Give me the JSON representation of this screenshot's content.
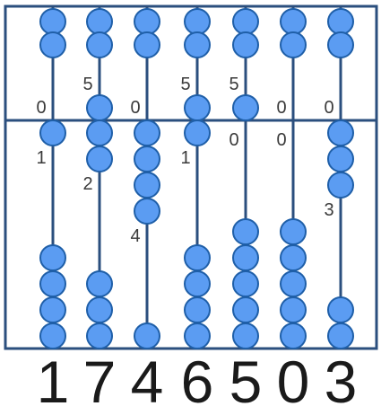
{
  "abacus": {
    "frame_color": "#2b4f7e",
    "bead_color": "#5b9cf2",
    "bead_stroke": "#1f5fa8",
    "label_color": "#3a3a3a",
    "rods": [
      {
        "digit": "1",
        "heaven_label": "0",
        "earth_label": "1",
        "heaven_active": false,
        "earth_active": 1
      },
      {
        "digit": "7",
        "heaven_label": "5",
        "earth_label": "2",
        "heaven_active": true,
        "earth_active": 2
      },
      {
        "digit": "4",
        "heaven_label": "0",
        "earth_label": "4",
        "heaven_active": false,
        "earth_active": 4
      },
      {
        "digit": "6",
        "heaven_label": "5",
        "earth_label": "1",
        "heaven_active": true,
        "earth_active": 1
      },
      {
        "digit": "5",
        "heaven_label": "5",
        "earth_label": "0",
        "heaven_active": true,
        "earth_active": 0
      },
      {
        "digit": "0",
        "heaven_label": "0",
        "earth_label": "0",
        "heaven_active": false,
        "earth_active": 0
      },
      {
        "digit": "3",
        "heaven_label": "0",
        "earth_label": "3",
        "heaven_active": false,
        "earth_active": 3
      }
    ]
  },
  "number": [
    "1",
    "7",
    "4",
    "6",
    "5",
    "0",
    "3"
  ]
}
